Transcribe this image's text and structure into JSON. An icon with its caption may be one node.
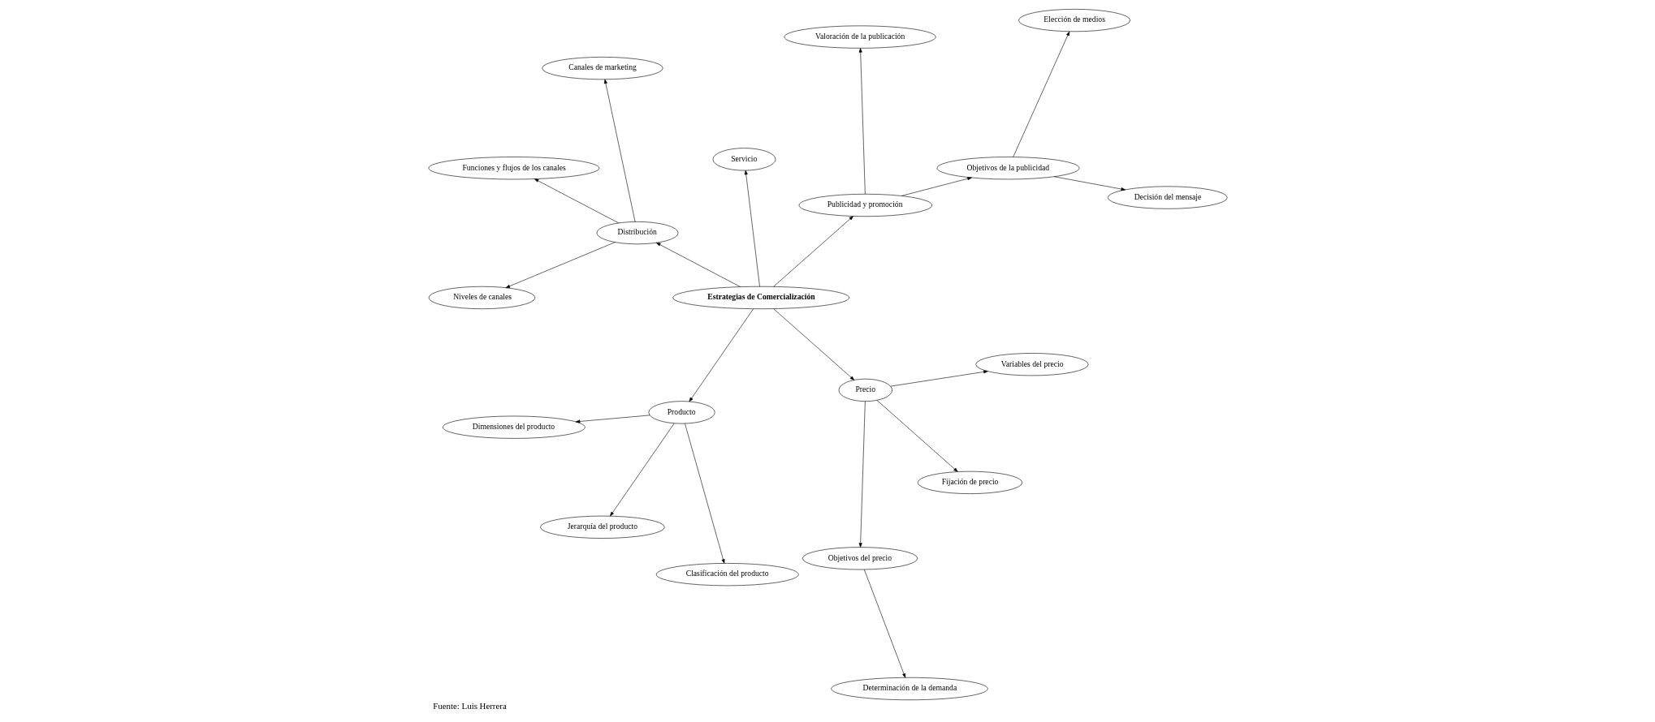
{
  "diagram": {
    "caption": "Fuente: Luis Herrera",
    "nodes": [
      {
        "text": [
          "Estrategias de Comercialización"
        ]
      },
      {
        "text": [
          "Publicidad y promoción"
        ]
      },
      {
        "text": [
          "Objetivos de la publicidad"
        ]
      },
      {
        "text": [
          "Decisión del mensaje"
        ]
      },
      {
        "text": [
          "Elección de medios"
        ]
      },
      {
        "text": [
          "Valoración de la publicación"
        ]
      },
      {
        "text": [
          "Servicio"
        ]
      },
      {
        "text": [
          "Distribución"
        ]
      },
      {
        "text": [
          "Canales de marketing"
        ]
      },
      {
        "text": [
          "Funciones y flujos de los canales"
        ]
      },
      {
        "text": [
          "Niveles de canales"
        ]
      },
      {
        "text": [
          "Producto"
        ]
      },
      {
        "text": [
          "Dimensiones del producto"
        ]
      },
      {
        "text": [
          "Jerarquía del producto"
        ]
      },
      {
        "text": [
          "Clasificación del producto"
        ]
      },
      {
        "text": [
          "Precio"
        ]
      },
      {
        "text": [
          "Objetivos del precio"
        ]
      },
      {
        "text": [
          "Determinación de la demanda"
        ]
      },
      {
        "text": [
          "Fijación de precio"
        ]
      },
      {
        "text": [
          "Variables del precio"
        ]
      }
    ],
    "edges": [
      {
        "from": 0,
        "to": 1,
        "arrow": "to"
      },
      {
        "from": 1,
        "to": 2,
        "arrow": "to"
      },
      {
        "from": 2,
        "to": 3,
        "arrow": "to"
      },
      {
        "from": 2,
        "to": 4,
        "arrow": "to"
      },
      {
        "from": 1,
        "to": 5,
        "arrow": "to"
      },
      {
        "from": 0,
        "to": 6,
        "arrow": "to"
      },
      {
        "from": 0,
        "to": 7,
        "arrow": "to"
      },
      {
        "from": 7,
        "to": 8,
        "arrow": "to"
      },
      {
        "from": 7,
        "to": 9,
        "arrow": "to"
      },
      {
        "from": 7,
        "to": 10,
        "arrow": "to"
      },
      {
        "from": 0,
        "to": 11,
        "arrow": "to"
      },
      {
        "from": 11,
        "to": 12,
        "arrow": "to"
      },
      {
        "from": 11,
        "to": 13,
        "arrow": "to"
      },
      {
        "from": 11,
        "to": 14,
        "arrow": "to"
      },
      {
        "from": 0,
        "to": 15,
        "arrow": "to"
      },
      {
        "from": 15,
        "to": 16,
        "arrow": "to"
      },
      {
        "from": 16,
        "to": 17,
        "arrow": "to"
      },
      {
        "from": 15,
        "to": 18,
        "arrow": "to"
      },
      {
        "from": 15,
        "to": 19,
        "arrow": "to"
      }
    ]
  }
}
